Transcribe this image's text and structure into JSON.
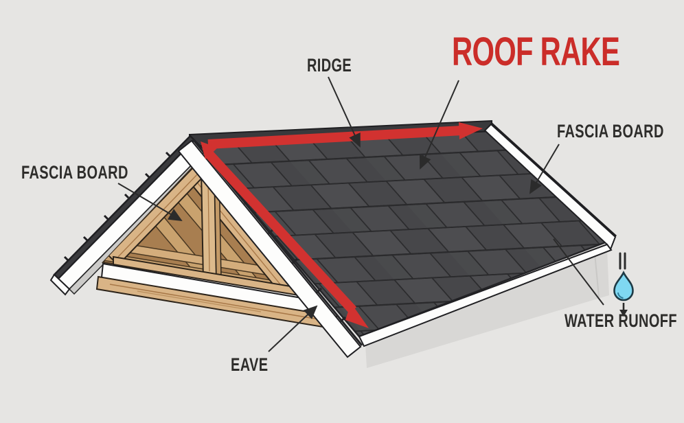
{
  "diagram": {
    "title": "ROOF RAKE",
    "labels": {
      "ridge": "RIDGE",
      "fascia_left": "FASCIA BOARD",
      "fascia_right": "FASCIA BOARD",
      "eave": "EAVE",
      "water_runoff": "WATER RUNOFF"
    },
    "icons": {
      "water_droplet": "water-droplet-icon",
      "down_arrow": "down-arrow-icon",
      "runoff_lines": "runoff-lines-icon",
      "rake_arrow": "roof-rake-arrow",
      "ridge_arrow": "ridge-arrow"
    },
    "colors": {
      "background": "#e6e5e3",
      "accent_red": "#cf2e2a",
      "shingle_gray": "#4a4a4c",
      "wood_tan": "#d9b486",
      "droplet_blue": "#7fd8f2"
    }
  }
}
